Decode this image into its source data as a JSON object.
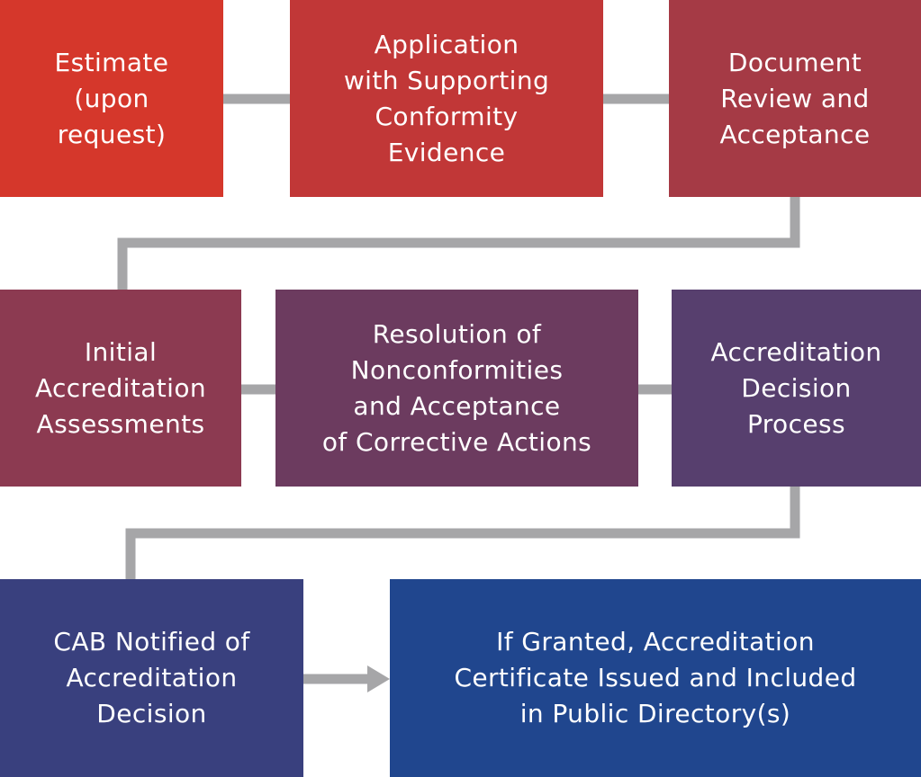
{
  "steps": [
    {
      "id": "estimate",
      "label": "Estimate\n(upon\nrequest)",
      "color": "#d5372b"
    },
    {
      "id": "application",
      "label": "Application\nwith Supporting\nConformity\nEvidence",
      "color": "#c13737"
    },
    {
      "id": "document-review",
      "label": "Document\nReview and\nAcceptance",
      "color": "#a53a45"
    },
    {
      "id": "initial-assessments",
      "label": "Initial\nAccreditation\nAssessments",
      "color": "#8c3a51"
    },
    {
      "id": "resolution",
      "label": "Resolution of\nNonconformities\nand Acceptance\nof Corrective Actions",
      "color": "#6c3b5f"
    },
    {
      "id": "decision-process",
      "label": "Accreditation\nDecision\nProcess",
      "color": "#573f6e"
    },
    {
      "id": "cab-notified",
      "label": "CAB Notified of\nAccreditation\nDecision",
      "color": "#39407e"
    },
    {
      "id": "certificate",
      "label": "If Granted, Accreditation\nCertificate Issued and Included\nin Public Directory(s)",
      "color": "#20468e"
    }
  ],
  "connector_color": "#a6a6a8"
}
